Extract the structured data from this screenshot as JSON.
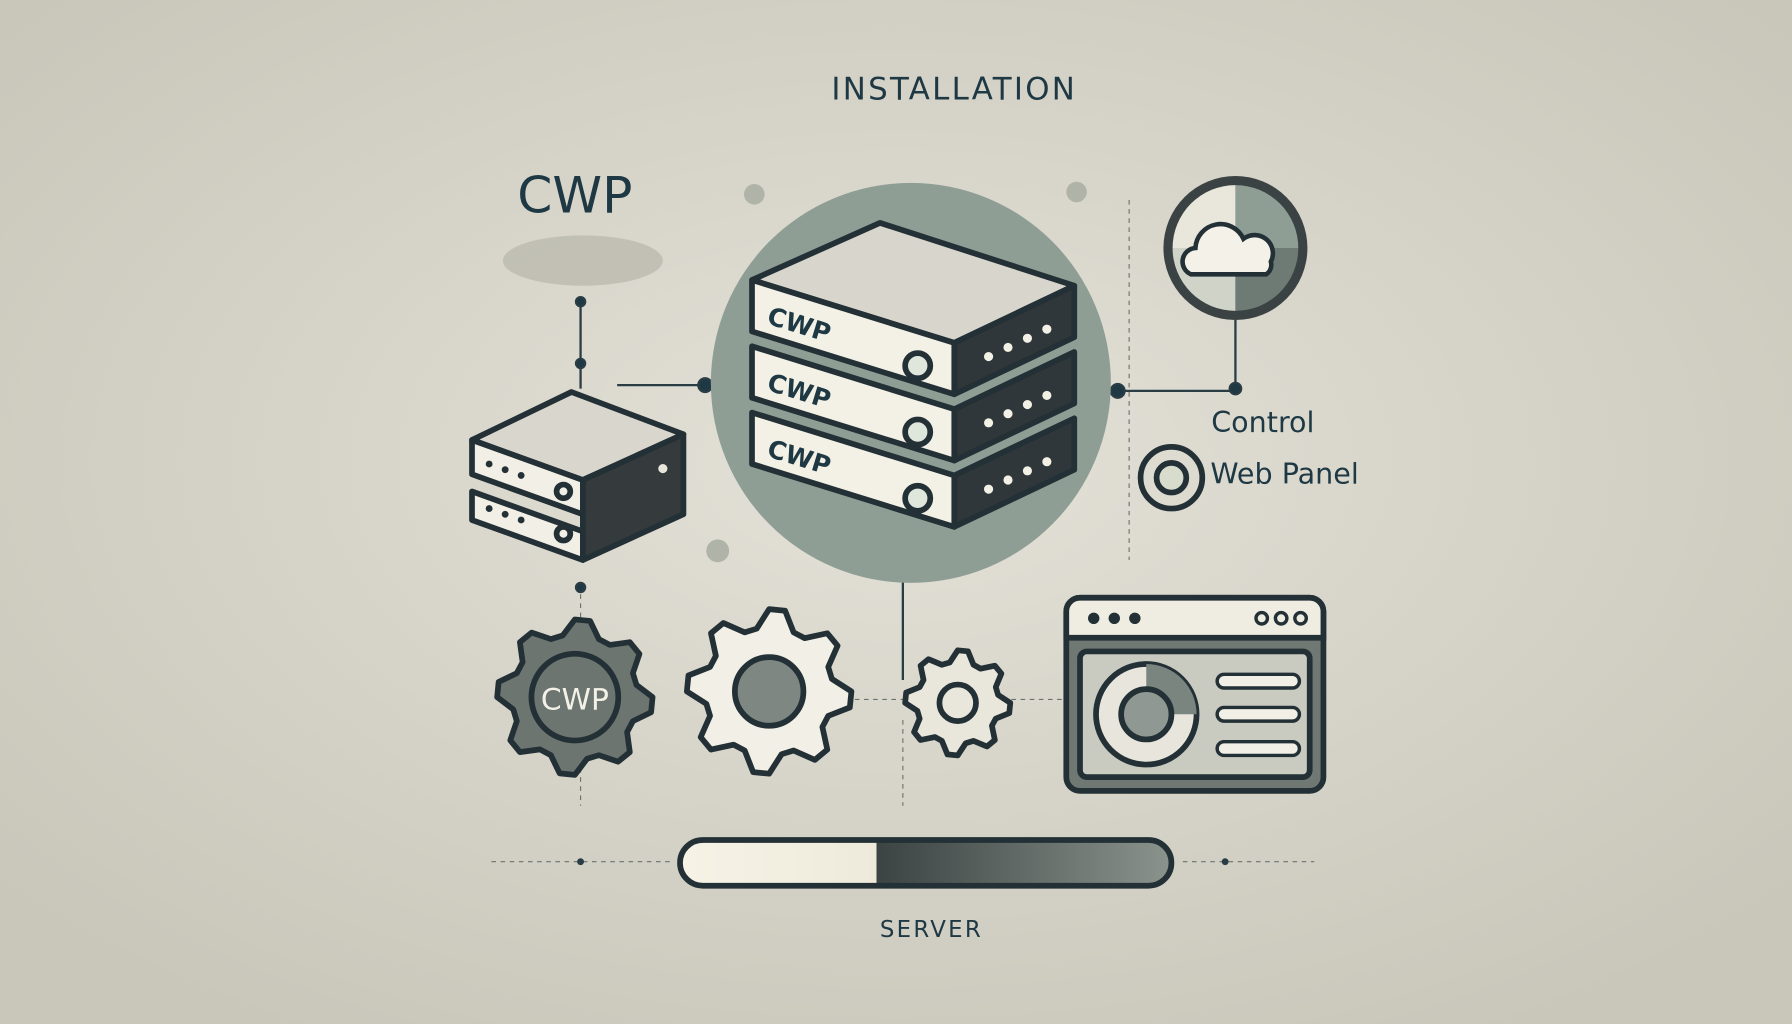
{
  "title": "INSTALLATION",
  "brand": "CWP",
  "server_labels": [
    "CWP",
    "CWP",
    "CWP"
  ],
  "gear_label": "CWP",
  "panel_text": {
    "line1": "Control",
    "line2": "Web Panel"
  },
  "footer_label": "SERVER",
  "progress": 0.4,
  "icons": [
    "server-stack-icon",
    "server-icon",
    "cloud-icon",
    "target-icon",
    "gear-icon",
    "browser-window-icon",
    "gauge-icon"
  ],
  "colors": {
    "background": "#d3d1c5",
    "ink": "#1e3844",
    "accent": "#8f9e95",
    "dark": "#2e3436",
    "light": "#f1efe4"
  }
}
